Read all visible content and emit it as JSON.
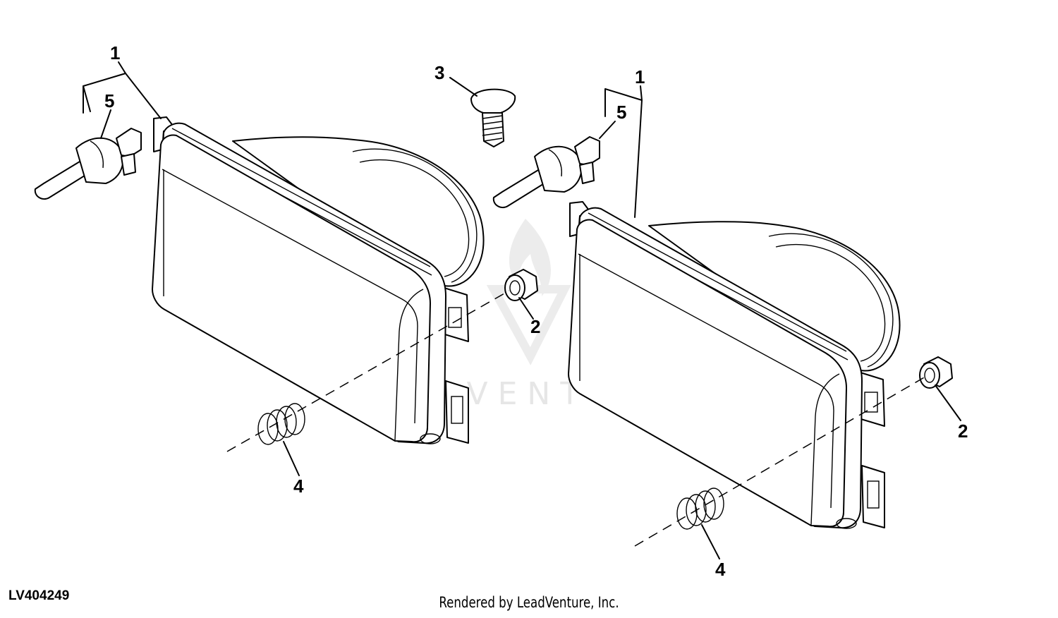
{
  "diagram": {
    "figure_code": "LV404249",
    "credit": "Rendered by LeadVenture, Inc.",
    "watermark_text": "LEADVENTURE",
    "callouts": {
      "left_lamp_assembly": "1",
      "right_lamp_assembly": "1",
      "left_nut": "2",
      "right_nut": "2",
      "screw": "3",
      "left_spring": "4",
      "right_spring": "4",
      "left_bulb": "5",
      "right_bulb": "5"
    }
  }
}
